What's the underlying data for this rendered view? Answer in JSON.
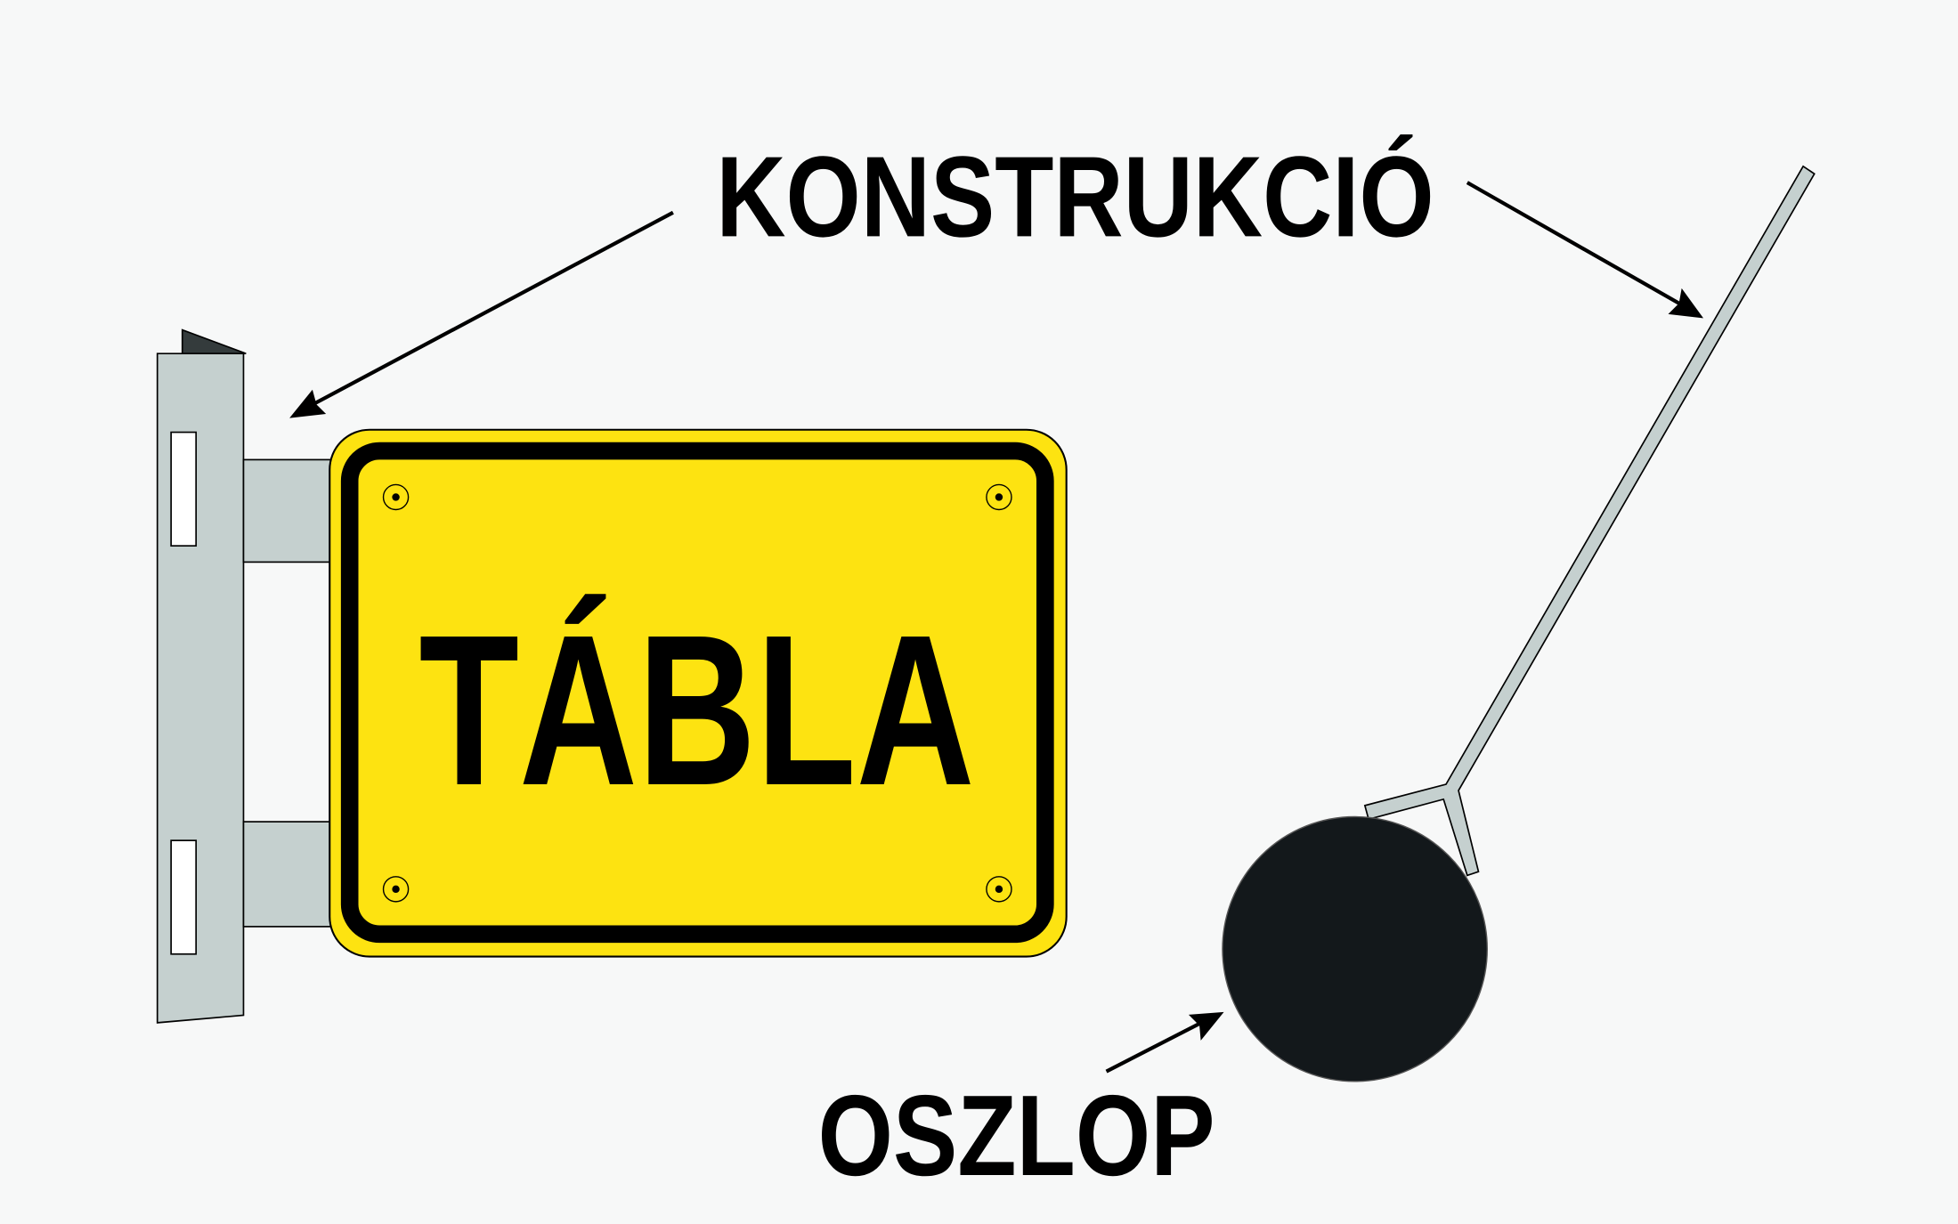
{
  "labels": {
    "construction": "KONSTRUKCIÓ",
    "sign": "TÁBLA",
    "pole": "OSZLOP"
  },
  "colors": {
    "background": "#f7f8f8",
    "sign_yellow": "#fde311",
    "metal_grey": "#c5d0cf",
    "pole_black": "#13181b",
    "outline": "#000000"
  }
}
